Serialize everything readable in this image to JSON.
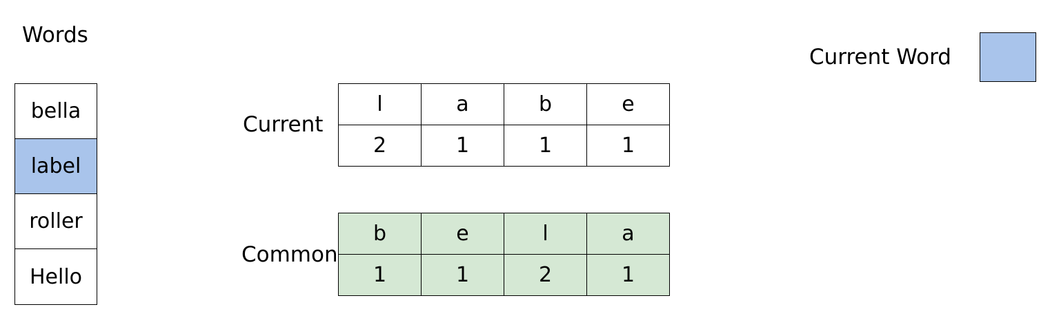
{
  "words": {
    "title": "Words",
    "items": [
      "bella",
      "label",
      "roller",
      "Hello"
    ],
    "highlighted_index": 1
  },
  "current": {
    "label": "Current",
    "letters": [
      "l",
      "a",
      "b",
      "e"
    ],
    "counts": [
      "2",
      "1",
      "1",
      "1"
    ]
  },
  "common": {
    "label": "Common",
    "letters": [
      "b",
      "e",
      "l",
      "a"
    ],
    "counts": [
      "1",
      "1",
      "2",
      "1"
    ]
  },
  "legend": {
    "label": "Current Word",
    "color": "#a9c4eb"
  },
  "colors": {
    "highlight": "#a9c4eb",
    "common_fill": "#d5e8d4"
  }
}
